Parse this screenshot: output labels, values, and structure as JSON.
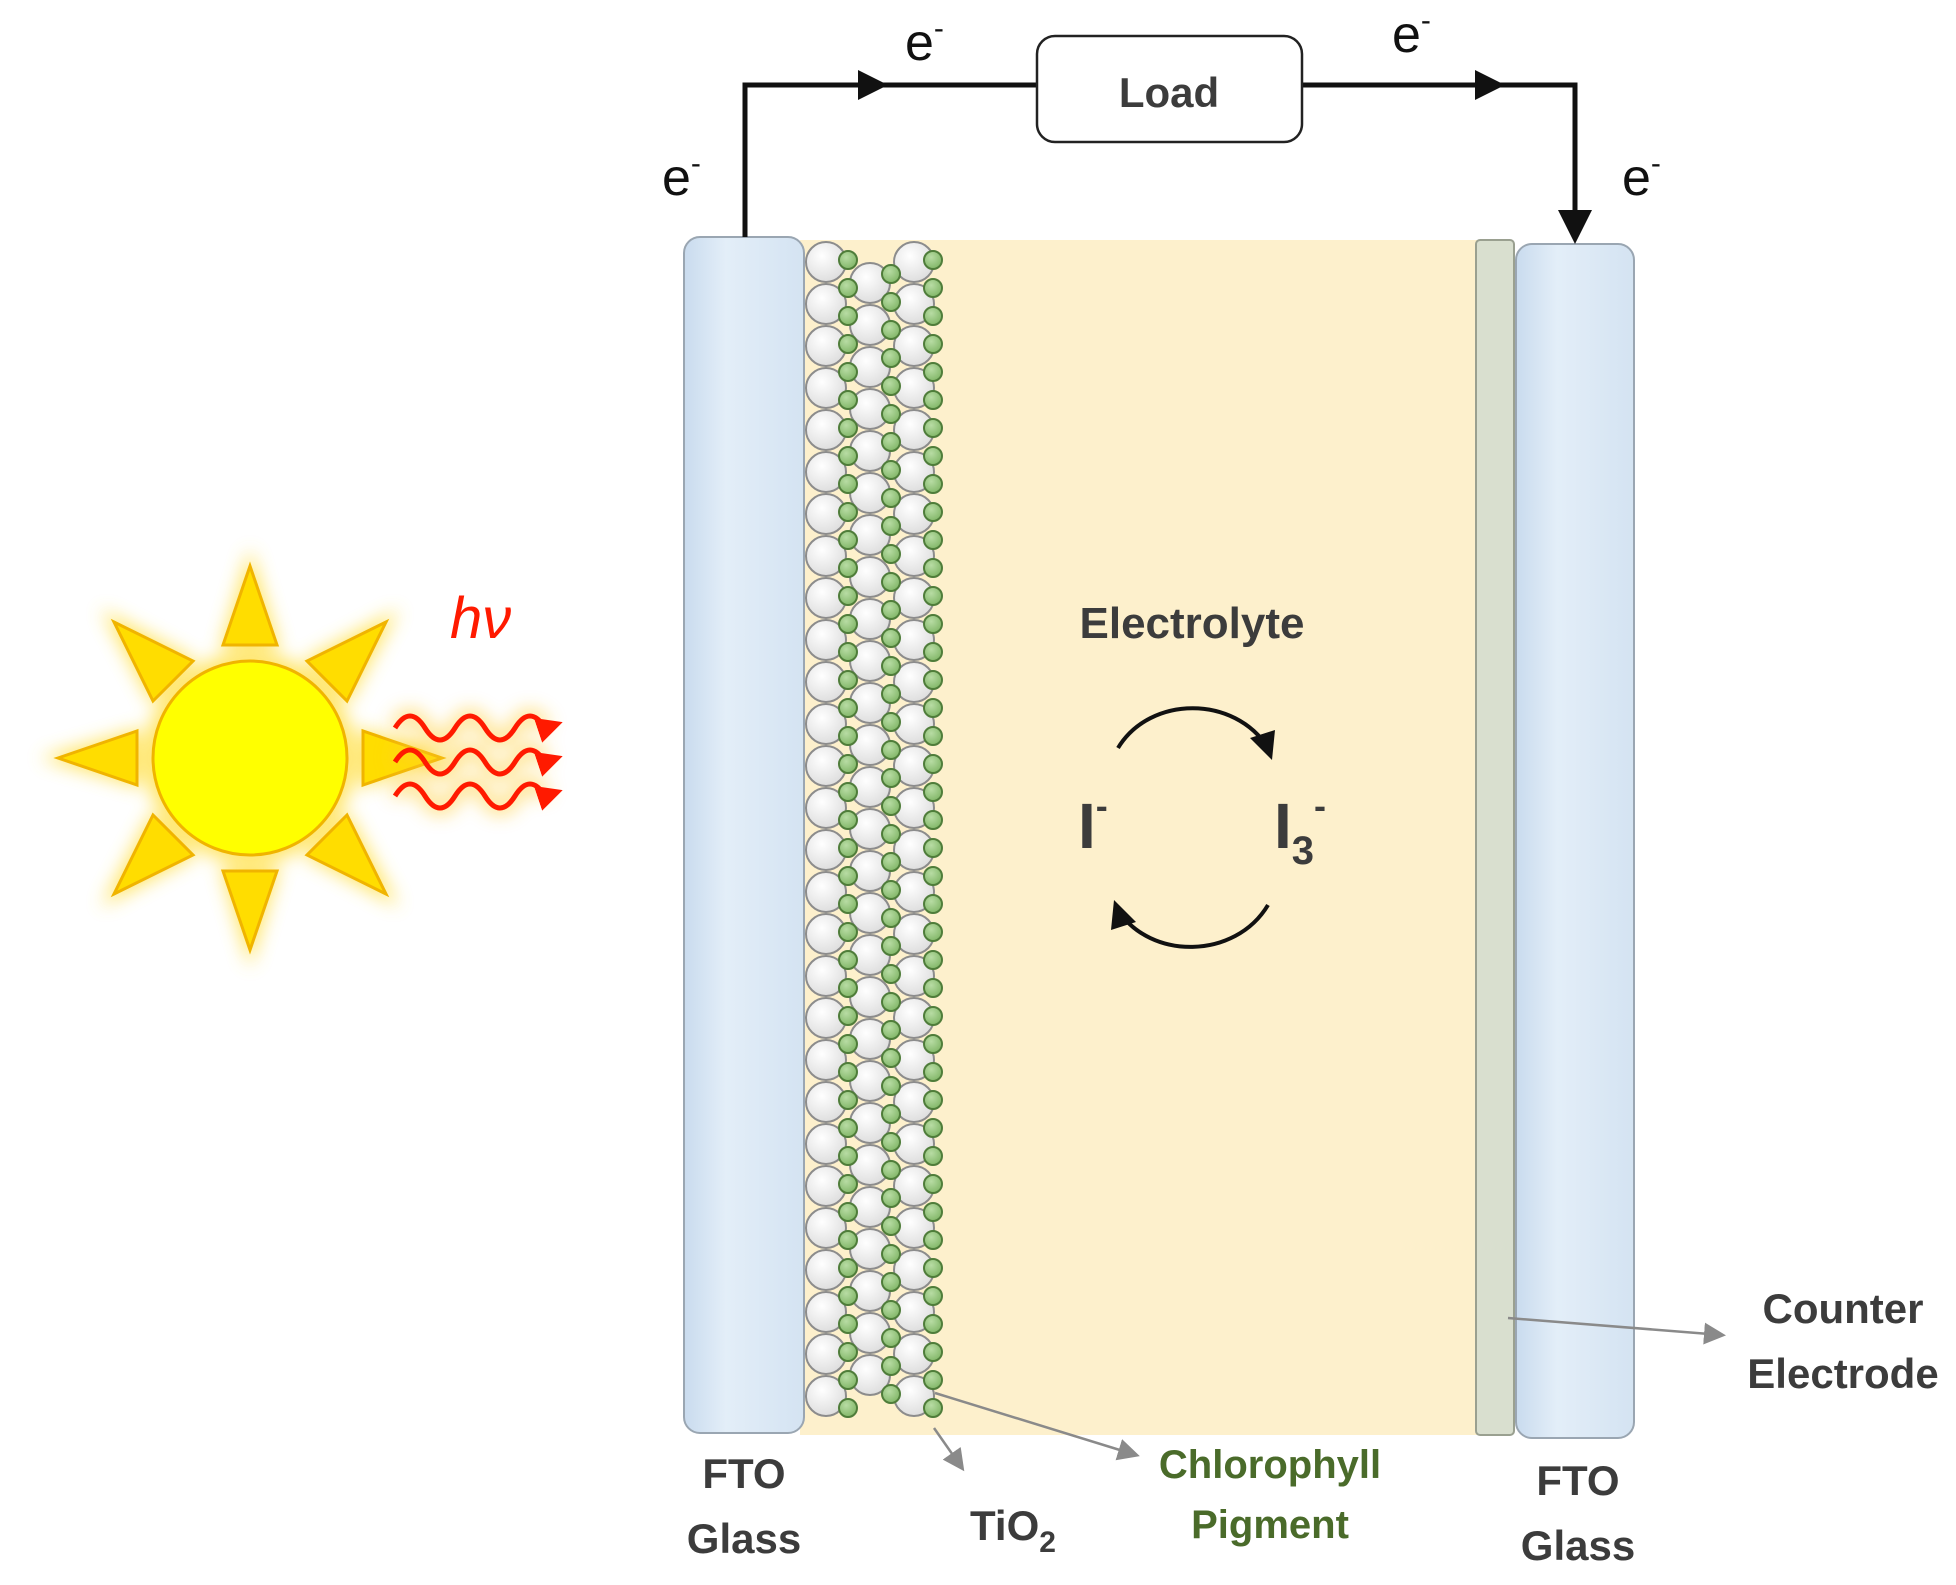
{
  "labels": {
    "load": "Load",
    "electron": "e",
    "electron_sup": "-",
    "hv": "hν",
    "electrolyte": "Electrolyte",
    "iodide": "I",
    "iodide_sup": "-",
    "triiodide": "I",
    "triiodide_sub": "3",
    "triiodide_sup": "-",
    "fto_left_line1": "FTO",
    "fto_left_line2": "Glass",
    "tio2": "TiO",
    "tio2_sub": "2",
    "chlorophyll_line1": "Chlorophyll",
    "chlorophyll_line2": "Pigment",
    "fto_right_line1": "FTO",
    "fto_right_line2": "Glass",
    "counter_line1": "Counter",
    "counter_line2": "Electrode"
  },
  "colors": {
    "glass": "#dce8f3",
    "electrolyte": "#fdf0cc",
    "tio2_particle": "#efefef",
    "pigment": "#93c47d",
    "counter_electrode": "#d9dfcf",
    "sun": "#ffff00",
    "sun_glow": "#ffe14d",
    "photon": "#ff1a00",
    "text": "#3c3c3c",
    "pigment_label": "#4a6b2a"
  }
}
